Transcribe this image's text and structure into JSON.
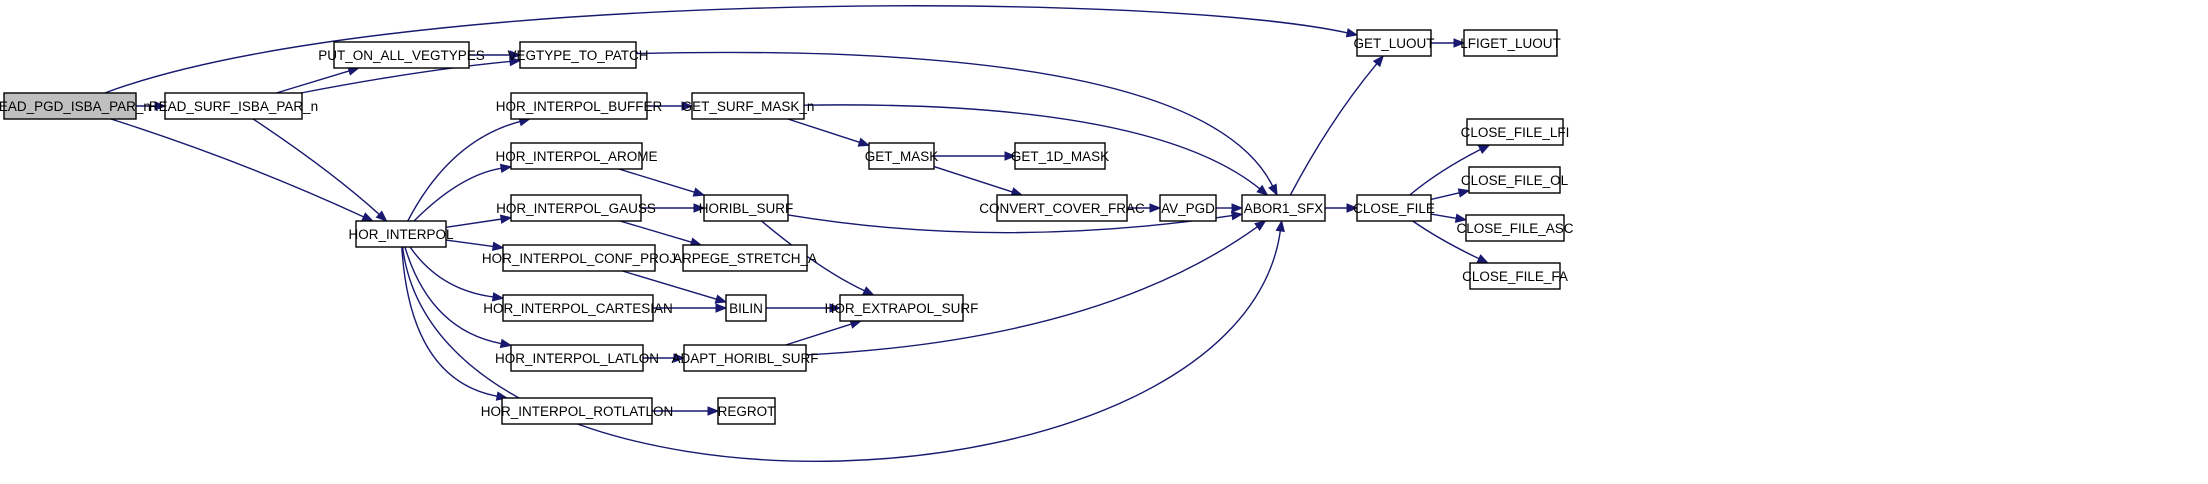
{
  "graph": {
    "root": "READ_PGD_ISBA_PAR_n",
    "colors": {
      "edge": "#191970",
      "node_border": "#000000",
      "root_fill": "#bfbfbf",
      "node_fill": "#ffffff"
    },
    "nodes": [
      "READ_PGD_ISBA_PAR_n",
      "READ_SURF_ISBA_PAR_n",
      "PUT_ON_ALL_VEGTYPES",
      "VEGTYPE_TO_PATCH",
      "HOR_INTERPOL",
      "HOR_INTERPOL_BUFFER",
      "HOR_INTERPOL_AROME",
      "HOR_INTERPOL_GAUSS",
      "HOR_INTERPOL_CONF_PROJ",
      "HOR_INTERPOL_CARTESIAN",
      "HOR_INTERPOL_LATLON",
      "HOR_INTERPOL_ROTLATLON",
      "GET_SURF_MASK_n",
      "HORIBL_SURF",
      "ARPEGE_STRETCH_A",
      "BILIN",
      "ADAPT_HORIBL_SURF",
      "REGROT",
      "GET_MASK",
      "GET_1D_MASK",
      "CONVERT_COVER_FRAC",
      "AV_PGD",
      "HOR_EXTRAPOL_SURF",
      "ABOR1_SFX",
      "GET_LUOUT",
      "LFIGET_LUOUT",
      "CLOSE_FILE",
      "CLOSE_FILE_LFI",
      "CLOSE_FILE_OL",
      "CLOSE_FILE_ASC",
      "CLOSE_FILE_FA"
    ],
    "edges": [
      [
        "READ_PGD_ISBA_PAR_n",
        "GET_LUOUT"
      ],
      [
        "READ_PGD_ISBA_PAR_n",
        "READ_SURF_ISBA_PAR_n"
      ],
      [
        "READ_PGD_ISBA_PAR_n",
        "HOR_INTERPOL"
      ],
      [
        "READ_SURF_ISBA_PAR_n",
        "PUT_ON_ALL_VEGTYPES"
      ],
      [
        "READ_SURF_ISBA_PAR_n",
        "VEGTYPE_TO_PATCH"
      ],
      [
        "READ_SURF_ISBA_PAR_n",
        "HOR_INTERPOL"
      ],
      [
        "PUT_ON_ALL_VEGTYPES",
        "VEGTYPE_TO_PATCH"
      ],
      [
        "VEGTYPE_TO_PATCH",
        "ABOR1_SFX"
      ],
      [
        "HOR_INTERPOL",
        "HOR_INTERPOL_BUFFER"
      ],
      [
        "HOR_INTERPOL",
        "HOR_INTERPOL_AROME"
      ],
      [
        "HOR_INTERPOL",
        "HOR_INTERPOL_GAUSS"
      ],
      [
        "HOR_INTERPOL",
        "HOR_INTERPOL_CONF_PROJ"
      ],
      [
        "HOR_INTERPOL",
        "HOR_INTERPOL_CARTESIAN"
      ],
      [
        "HOR_INTERPOL",
        "HOR_INTERPOL_LATLON"
      ],
      [
        "HOR_INTERPOL",
        "HOR_INTERPOL_ROTLATLON"
      ],
      [
        "HOR_INTERPOL",
        "ABOR1_SFX"
      ],
      [
        "HOR_INTERPOL_BUFFER",
        "GET_SURF_MASK_n"
      ],
      [
        "HOR_INTERPOL_AROME",
        "HORIBL_SURF"
      ],
      [
        "HOR_INTERPOL_GAUSS",
        "HORIBL_SURF"
      ],
      [
        "HOR_INTERPOL_GAUSS",
        "ARPEGE_STRETCH_A"
      ],
      [
        "HOR_INTERPOL_CONF_PROJ",
        "BILIN"
      ],
      [
        "HOR_INTERPOL_CARTESIAN",
        "BILIN"
      ],
      [
        "HOR_INTERPOL_LATLON",
        "ADAPT_HORIBL_SURF"
      ],
      [
        "HOR_INTERPOL_ROTLATLON",
        "REGROT"
      ],
      [
        "GET_SURF_MASK_n",
        "GET_MASK"
      ],
      [
        "GET_SURF_MASK_n",
        "ABOR1_SFX"
      ],
      [
        "GET_MASK",
        "GET_1D_MASK"
      ],
      [
        "GET_MASK",
        "CONVERT_COVER_FRAC"
      ],
      [
        "CONVERT_COVER_FRAC",
        "AV_PGD"
      ],
      [
        "AV_PGD",
        "ABOR1_SFX"
      ],
      [
        "HORIBL_SURF",
        "HOR_EXTRAPOL_SURF"
      ],
      [
        "HORIBL_SURF",
        "ABOR1_SFX"
      ],
      [
        "BILIN",
        "HOR_EXTRAPOL_SURF"
      ],
      [
        "ADAPT_HORIBL_SURF",
        "HOR_EXTRAPOL_SURF"
      ],
      [
        "ADAPT_HORIBL_SURF",
        "ABOR1_SFX"
      ],
      [
        "ABOR1_SFX",
        "GET_LUOUT"
      ],
      [
        "ABOR1_SFX",
        "CLOSE_FILE"
      ],
      [
        "GET_LUOUT",
        "LFIGET_LUOUT"
      ],
      [
        "CLOSE_FILE",
        "CLOSE_FILE_LFI"
      ],
      [
        "CLOSE_FILE",
        "CLOSE_FILE_OL"
      ],
      [
        "CLOSE_FILE",
        "CLOSE_FILE_ASC"
      ],
      [
        "CLOSE_FILE",
        "CLOSE_FILE_FA"
      ]
    ]
  }
}
